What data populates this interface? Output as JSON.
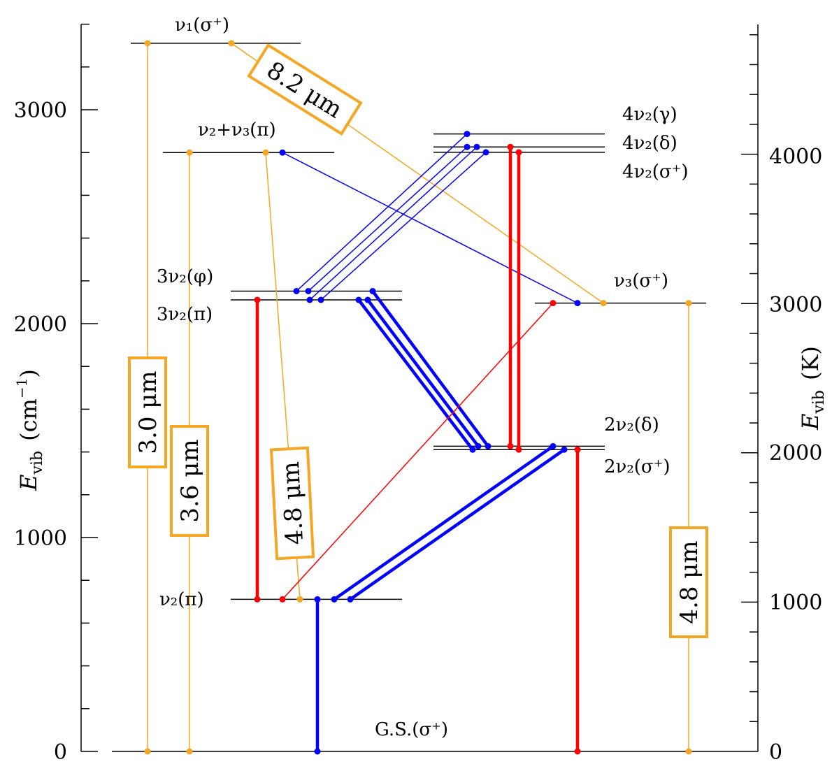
{
  "colors": {
    "orange": "#F5A623",
    "red": "#FF0000",
    "blue": "#0000FF",
    "axis": "#000000"
  },
  "axes": {
    "left": {
      "title": "E",
      "title_sub": "vib",
      "unit": "(cm",
      "unit_sup": "−1",
      "unit_close": ")",
      "range": [
        0,
        3400
      ],
      "major_ticks": [
        0,
        1000,
        2000,
        3000
      ],
      "major_labels": [
        "0",
        "1000",
        "2000",
        "3000"
      ],
      "minor_step": 200
    },
    "right": {
      "title": "E",
      "title_sub": "vib",
      "unit": "(K)",
      "range": [
        0,
        4890
      ],
      "major_ticks": [
        0,
        1000,
        2000,
        3000,
        4000
      ],
      "major_labels": [
        "0",
        "1000",
        "2000",
        "3000",
        "4000"
      ],
      "minor_step": 200
    }
  },
  "levels": [
    {
      "id": "gs",
      "energy": 0,
      "x_range": [
        160,
        1060
      ],
      "label": "G.S.(σ⁺)"
    },
    {
      "id": "nu2",
      "energy": 711,
      "x_range": [
        330,
        575
      ],
      "label": "ν₂(π)"
    },
    {
      "id": "2nu2_sigma",
      "energy": 1411,
      "x_range": [
        620,
        865
      ],
      "label": "2ν₂(σ⁺)"
    },
    {
      "id": "2nu2_delta",
      "energy": 1427,
      "x_range": [
        620,
        865
      ],
      "label": "2ν₂(δ)"
    },
    {
      "id": "nu3",
      "energy": 2096,
      "x_range": [
        765,
        1010
      ],
      "label": "ν₃(σ⁺)"
    },
    {
      "id": "3nu2_pi",
      "energy": 2111,
      "x_range": [
        330,
        575
      ],
      "label": "3ν₂(π)"
    },
    {
      "id": "3nu2_phi",
      "energy": 2152,
      "x_range": [
        330,
        575
      ],
      "label": "3ν₂(φ)"
    },
    {
      "id": "nu2nu3",
      "energy": 2800,
      "x_range": [
        233,
        478
      ],
      "label": "ν₂+ν₃(π)"
    },
    {
      "id": "4nu2_sigma",
      "energy": 2801,
      "x_range": [
        620,
        865
      ],
      "label": "4ν₂(σ⁺)"
    },
    {
      "id": "4nu2_delta",
      "energy": 2826,
      "x_range": [
        620,
        865
      ],
      "label": "4ν₂(δ)"
    },
    {
      "id": "4nu2_gamma",
      "energy": 2887,
      "x_range": [
        620,
        865
      ],
      "label": "4ν₂(γ)"
    },
    {
      "id": "nu1",
      "energy": 3311,
      "x_range": [
        187,
        430
      ],
      "label": "ν₁(σ⁺)"
    }
  ],
  "transitions": [
    {
      "color": "orange",
      "width": "thin",
      "from": {
        "x": 211,
        "e": 0
      },
      "to": {
        "x": 211,
        "e": 3311
      }
    },
    {
      "color": "orange",
      "width": "thin",
      "from": {
        "x": 271,
        "e": 0
      },
      "to": {
        "x": 271,
        "e": 2800
      }
    },
    {
      "color": "orange",
      "width": "thin",
      "from": {
        "x": 985,
        "e": 0
      },
      "to": {
        "x": 985,
        "e": 2096
      }
    },
    {
      "color": "orange",
      "width": "thin",
      "from": {
        "x": 429,
        "e": 711
      },
      "to": {
        "x": 380,
        "e": 2800
      }
    },
    {
      "color": "orange",
      "width": "thin",
      "from": {
        "x": 331,
        "e": 3311
      },
      "to": {
        "x": 863,
        "e": 2096
      }
    },
    {
      "color": "blue",
      "width": "thin",
      "from": {
        "x": 404,
        "e": 2800
      },
      "to": {
        "x": 826,
        "e": 2096
      }
    },
    {
      "color": "blue",
      "width": "thin",
      "from": {
        "x": 424,
        "e": 2152
      },
      "to": {
        "x": 668,
        "e": 2887
      }
    },
    {
      "color": "blue",
      "width": "thin",
      "from": {
        "x": 441,
        "e": 2152
      },
      "to": {
        "x": 668,
        "e": 2826
      }
    },
    {
      "color": "blue",
      "width": "thin",
      "from": {
        "x": 443,
        "e": 2111
      },
      "to": {
        "x": 682,
        "e": 2826
      }
    },
    {
      "color": "blue",
      "width": "thin",
      "from": {
        "x": 459,
        "e": 2111
      },
      "to": {
        "x": 695,
        "e": 2801
      }
    },
    {
      "color": "blue",
      "width": "thick",
      "from": {
        "x": 513,
        "e": 2111
      },
      "to": {
        "x": 676,
        "e": 1411
      }
    },
    {
      "color": "blue",
      "width": "thick",
      "from": {
        "x": 526,
        "e": 2111
      },
      "to": {
        "x": 684,
        "e": 1427
      }
    },
    {
      "color": "blue",
      "width": "thick",
      "from": {
        "x": 533,
        "e": 2152
      },
      "to": {
        "x": 698,
        "e": 1427
      }
    },
    {
      "color": "blue",
      "width": "thick",
      "from": {
        "x": 478,
        "e": 711
      },
      "to": {
        "x": 791,
        "e": 1427
      }
    },
    {
      "color": "blue",
      "width": "thick",
      "from": {
        "x": 501,
        "e": 711
      },
      "to": {
        "x": 807,
        "e": 1411
      }
    },
    {
      "color": "blue",
      "width": "thick",
      "from": {
        "x": 454,
        "e": 0
      },
      "to": {
        "x": 454,
        "e": 711
      }
    },
    {
      "color": "red",
      "width": "thick",
      "from": {
        "x": 368,
        "e": 711
      },
      "to": {
        "x": 368,
        "e": 2111
      }
    },
    {
      "color": "red",
      "width": "thin",
      "from": {
        "x": 404,
        "e": 711
      },
      "to": {
        "x": 791,
        "e": 2096
      }
    },
    {
      "color": "red",
      "width": "thick",
      "from": {
        "x": 730,
        "e": 1427
      },
      "to": {
        "x": 730,
        "e": 2826
      }
    },
    {
      "color": "red",
      "width": "thick",
      "from": {
        "x": 742,
        "e": 1411
      },
      "to": {
        "x": 742,
        "e": 2801
      }
    },
    {
      "color": "red",
      "width": "thick",
      "from": {
        "x": 826,
        "e": 0
      },
      "to": {
        "x": 826,
        "e": 1411
      }
    }
  ],
  "wavelength_boxes": [
    {
      "text": "3.0 μm"
    },
    {
      "text": "3.6 μm"
    },
    {
      "text": "4.8 μm"
    },
    {
      "text": "8.2 μm"
    },
    {
      "text": "4.8 μm"
    }
  ]
}
